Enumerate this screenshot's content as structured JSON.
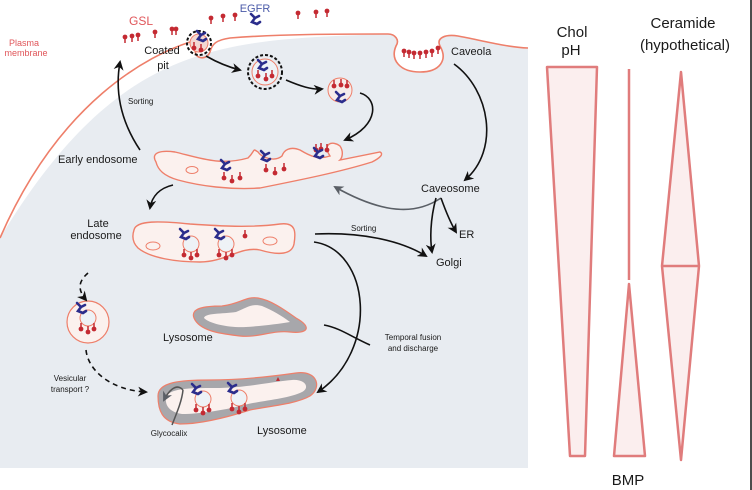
{
  "colors": {
    "cell_bg": "#e8ecf1",
    "membrane": "#ee7f6a",
    "organelle_fill": "#fbf1ee",
    "gsl": "#c42a32",
    "egfr": "#2b2d8c",
    "lysosome_wall": "#a7a7ab",
    "gradient_stroke": "#e07c7c",
    "gradient_fill": "#fbeeee",
    "arrow": "#111111",
    "caveosome_arrow": "#5a5f66"
  },
  "labels": {
    "plasma_membrane": [
      "Plasma",
      "membrane"
    ],
    "gsl": "GSL",
    "egfr": "EGFR",
    "coated_pit": [
      "Coated",
      "pit"
    ],
    "caveola": "Caveola",
    "sorting_top": "Sorting",
    "early_endosome": "Early endosome",
    "caveosome": "Caveosome",
    "er": "ER",
    "golgi": "Golgi",
    "late_endosome": [
      "Late",
      "endosome"
    ],
    "sorting_mid": "Sorting",
    "lysosome_upper": "Lysosome",
    "temporal_fusion": [
      "Temporal fusion",
      "and discharge"
    ],
    "vesicular_transport": [
      "Vesicular",
      "transport ?"
    ],
    "glycocalix": "Glycocalix",
    "lysosome_lower": "Lysosome"
  },
  "gradients": {
    "chol_ph": {
      "label": [
        "Chol",
        "pH"
      ],
      "trend": "decreasing from plasma membrane to lysosome"
    },
    "bmp": {
      "label": "BMP",
      "trend": "increasing toward lysosome"
    },
    "ceramide": {
      "label": [
        "Ceramide",
        "(hypothetical)"
      ],
      "trend": "peaks at late endosome"
    }
  }
}
